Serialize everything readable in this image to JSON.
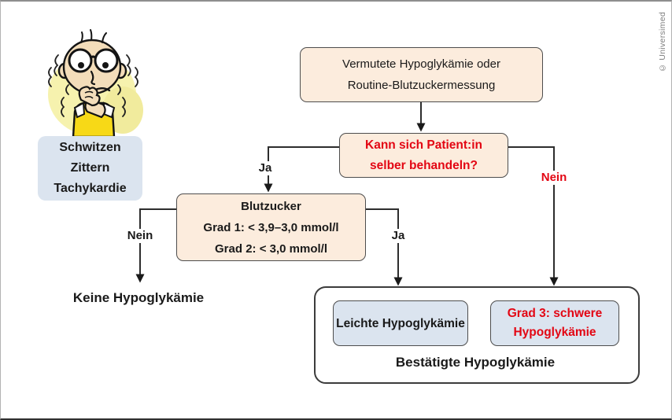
{
  "credit": {
    "text": "© Universimed",
    "color": "#7d7d7d"
  },
  "figure": {
    "description": "anxious trembling man biting nails"
  },
  "symptoms": {
    "items": [
      "Schwitzen",
      "Zittern",
      "Tachykardie"
    ],
    "bg": "#dbe4ef"
  },
  "flow": {
    "start": {
      "lines": [
        "Vermutete Hypoglykämie oder",
        "Routine-Blutzuckermessung"
      ],
      "bg": "#fcecdd"
    },
    "decision": {
      "lines": [
        "Kann sich Patient:in",
        "selber behandeln?"
      ],
      "color": "#e30613",
      "bg": "#fcecdd"
    },
    "blood_sugar": {
      "lines": [
        "Blutzucker",
        "Grad 1: < 3,9–3,0 mmol/l",
        "Grad 2: < 3,0 mmol/l"
      ],
      "bg": "#fcecdd"
    },
    "no_hypo": {
      "label": "Keine Hypoglykämie"
    },
    "mild": {
      "label": "Leichte Hypoglykämie",
      "bg": "#dbe4ef"
    },
    "severe": {
      "lines": [
        "Grad 3: schwere",
        "Hypoglykämie"
      ],
      "color": "#e30613",
      "bg": "#dbe4ef"
    },
    "confirmed": {
      "label": "Bestätigte Hypoglykämie"
    }
  },
  "edge_labels": {
    "ja_left": "Ja",
    "ja_right": "Ja",
    "nein_left": "Nein",
    "nein_right": "Nein"
  },
  "colors": {
    "cream_box": "#fcecdd",
    "blue_box": "#dbe4ef",
    "red_text": "#e30613",
    "line": "#2d2d2d",
    "box_border": "#4d4d4d"
  }
}
